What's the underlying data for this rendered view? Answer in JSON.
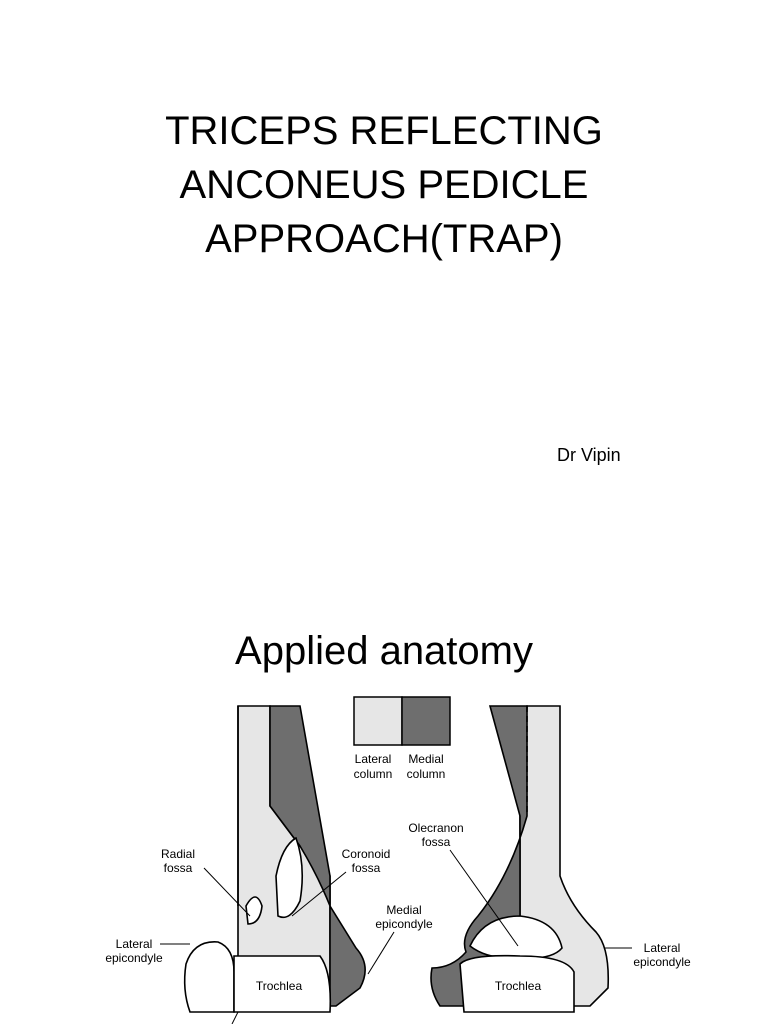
{
  "slide1": {
    "title_lines": [
      "TRICEPS REFLECTING",
      "ANCONEUS PEDICLE",
      "APPROACH(TRAP)"
    ],
    "author": "Dr Vipin"
  },
  "slide2": {
    "heading": "Applied anatomy",
    "legend": {
      "lateral": [
        "Lateral",
        "column"
      ],
      "medial": [
        "Medial",
        "column"
      ]
    },
    "labels": {
      "radial_fossa": [
        "Radial",
        "fossa"
      ],
      "coronoid_fossa": [
        "Coronoid",
        "fossa"
      ],
      "medial_epicondyle": [
        "Medial",
        "epicondyle"
      ],
      "lateral_epicondyle_left": [
        "Lateral",
        "epicondyle"
      ],
      "trochlea_left": "Trochlea",
      "olecranon_fossa": [
        "Olecranon",
        "fossa"
      ],
      "lateral_epicondyle_right": [
        "Lateral",
        "epicondyle"
      ],
      "trochlea_right": "Trochlea"
    },
    "colors": {
      "lateral_column": "#e6e6e6",
      "medial_column": "#6e6e6e"
    }
  }
}
